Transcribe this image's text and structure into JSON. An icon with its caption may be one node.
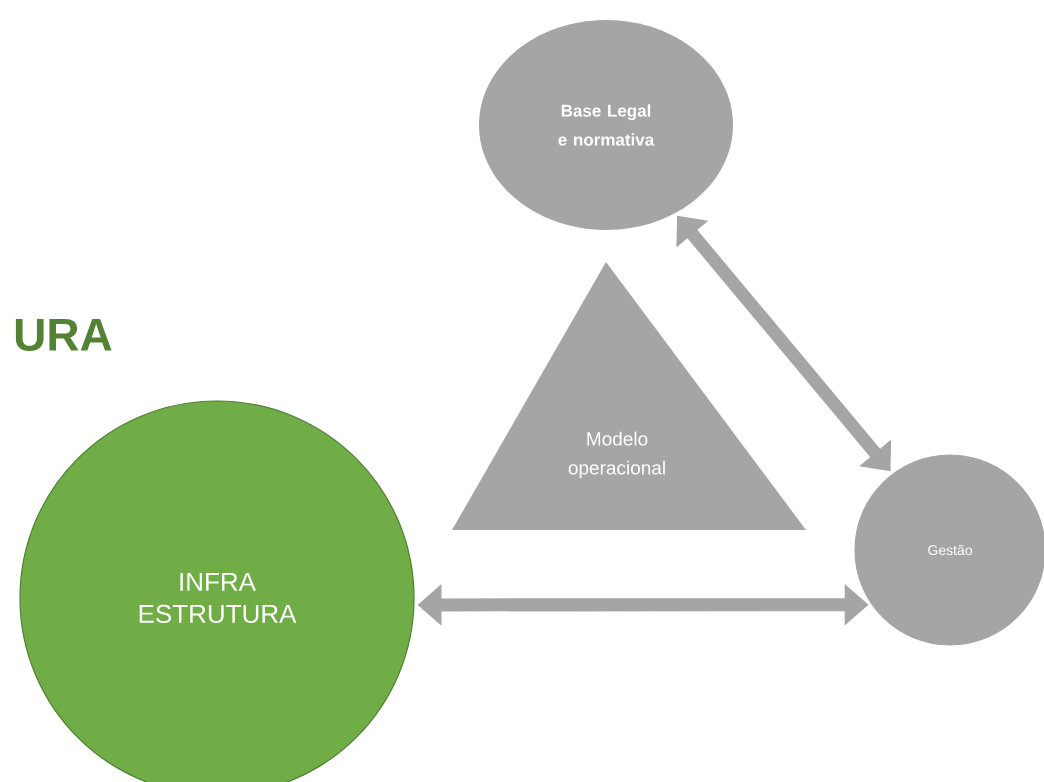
{
  "diagram": {
    "title": "URA",
    "nodes": [
      {
        "text": [
          "Base Legal e normativa"
        ]
      },
      {
        "text": [
          "Modelo operacional"
        ]
      },
      {
        "text": [
          "INFRA ESTRUTURA"
        ]
      },
      {
        "text": [
          "Gestão"
        ]
      }
    ],
    "edges": [
      {
        "from": 0,
        "to": 3,
        "arrow": "both"
      },
      {
        "from": 2,
        "to": 3,
        "arrow": "both"
      }
    ]
  }
}
